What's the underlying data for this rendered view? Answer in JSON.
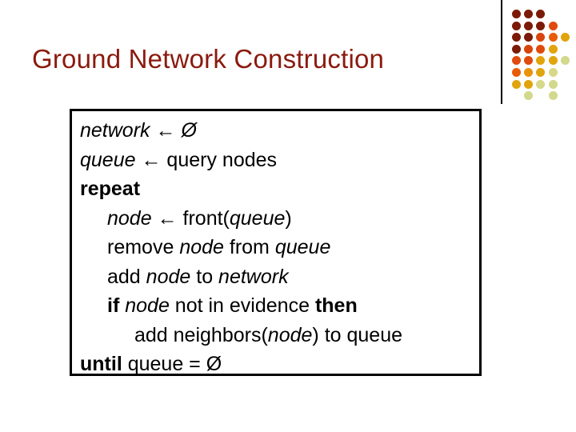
{
  "slide": {
    "title": "Ground Network Construction",
    "title_color": "#8B1A0F"
  },
  "decoration": {
    "name": "dot-matrix-motif",
    "rule_color": "#000000",
    "palette": {
      "dark_red": "#7B1A06",
      "brick": "#8C2007",
      "orange_red": "#E04A0C",
      "orange": "#EE7206",
      "gold": "#E2A40C",
      "amber": "#D9A00B",
      "pale_yellow": "#D8D88A",
      "pale_green": "#D2D98D"
    },
    "grid": [
      [
        {
          "col": 1,
          "color": "#7B1A06"
        },
        {
          "col": 2,
          "color": "#7B1A06"
        },
        {
          "col": 3,
          "color": "#7B1A06"
        }
      ],
      [
        {
          "col": 1,
          "color": "#7B1A06"
        },
        {
          "col": 2,
          "color": "#7B1A06"
        },
        {
          "col": 3,
          "color": "#7B1A06"
        },
        {
          "col": 4,
          "color": "#E04A0C"
        }
      ],
      [
        {
          "col": 1,
          "color": "#7B1A06"
        },
        {
          "col": 2,
          "color": "#7B1A06"
        },
        {
          "col": 3,
          "color": "#D8440B"
        },
        {
          "col": 4,
          "color": "#E85C08"
        },
        {
          "col": 5,
          "color": "#E2A40C"
        }
      ],
      [
        {
          "col": 1,
          "color": "#7B1A06"
        },
        {
          "col": 2,
          "color": "#D8440B"
        },
        {
          "col": 3,
          "color": "#E04A0C"
        },
        {
          "col": 4,
          "color": "#E2A40C"
        }
      ],
      [
        {
          "col": 1,
          "color": "#E04A0C"
        },
        {
          "col": 2,
          "color": "#E04A0C"
        },
        {
          "col": 3,
          "color": "#E2A40C"
        },
        {
          "col": 4,
          "color": "#E2A40C"
        },
        {
          "col": 5,
          "color": "#D2D98D"
        }
      ],
      [
        {
          "col": 1,
          "color": "#E85C08"
        },
        {
          "col": 2,
          "color": "#E9930A"
        },
        {
          "col": 3,
          "color": "#E2A40C"
        },
        {
          "col": 4,
          "color": "#D8D88A"
        }
      ],
      [
        {
          "col": 1,
          "color": "#E2A40C"
        },
        {
          "col": 2,
          "color": "#E2A40C"
        },
        {
          "col": 3,
          "color": "#D8D88A"
        },
        {
          "col": 4,
          "color": "#D2D98D"
        }
      ],
      [
        {
          "col": 2,
          "color": "#D2D98D"
        },
        {
          "col": 4,
          "color": "#D2D98D"
        }
      ]
    ]
  },
  "pseudocode": {
    "border_color": "#000000",
    "background": "#ffffff",
    "lines": [
      {
        "id": "line-network-init",
        "indent": 0,
        "tokens": [
          {
            "text": "network",
            "style": "var"
          },
          {
            "text": " ",
            "style": "pl"
          },
          {
            "text": "←",
            "style": "arrow"
          },
          {
            "text": " ",
            "style": "pl"
          },
          {
            "text": "Ø",
            "style": "var"
          }
        ]
      },
      {
        "id": "line-queue-init",
        "indent": 0,
        "tokens": [
          {
            "text": "queue",
            "style": "var"
          },
          {
            "text": " ",
            "style": "pl"
          },
          {
            "text": "←",
            "style": "arrow"
          },
          {
            "text": " query nodes",
            "style": "pl"
          }
        ]
      },
      {
        "id": "line-repeat",
        "indent": 0,
        "tokens": [
          {
            "text": "repeat",
            "style": "kw"
          }
        ]
      },
      {
        "id": "line-node-front",
        "indent": 1,
        "tokens": [
          {
            "text": "node",
            "style": "var"
          },
          {
            "text": " ",
            "style": "pl"
          },
          {
            "text": "←",
            "style": "arrow"
          },
          {
            "text": " front(",
            "style": "pl"
          },
          {
            "text": "queue",
            "style": "var"
          },
          {
            "text": ")",
            "style": "pl"
          }
        ]
      },
      {
        "id": "line-remove-node",
        "indent": 1,
        "tokens": [
          {
            "text": "remove ",
            "style": "pl"
          },
          {
            "text": "node",
            "style": "var"
          },
          {
            "text": " from ",
            "style": "pl"
          },
          {
            "text": "queue",
            "style": "var"
          }
        ]
      },
      {
        "id": "line-add-node",
        "indent": 1,
        "tokens": [
          {
            "text": "add ",
            "style": "pl"
          },
          {
            "text": "node",
            "style": "var"
          },
          {
            "text": " to ",
            "style": "pl"
          },
          {
            "text": "network",
            "style": "var"
          }
        ]
      },
      {
        "id": "line-if-evidence",
        "indent": 1,
        "tokens": [
          {
            "text": "if",
            "style": "kw"
          },
          {
            "text": " ",
            "style": "pl"
          },
          {
            "text": "node",
            "style": "var"
          },
          {
            "text": " not in evidence ",
            "style": "pl"
          },
          {
            "text": "then",
            "style": "kw"
          }
        ]
      },
      {
        "id": "line-add-neighbors",
        "indent": 2,
        "tokens": [
          {
            "text": "add neighbors(",
            "style": "pl"
          },
          {
            "text": "node",
            "style": "var"
          },
          {
            "text": ") to queue",
            "style": "pl"
          }
        ]
      },
      {
        "id": "line-until",
        "indent": 0,
        "tokens": [
          {
            "text": "until",
            "style": "kw"
          },
          {
            "text": " queue = Ø",
            "style": "pl"
          }
        ]
      }
    ]
  }
}
